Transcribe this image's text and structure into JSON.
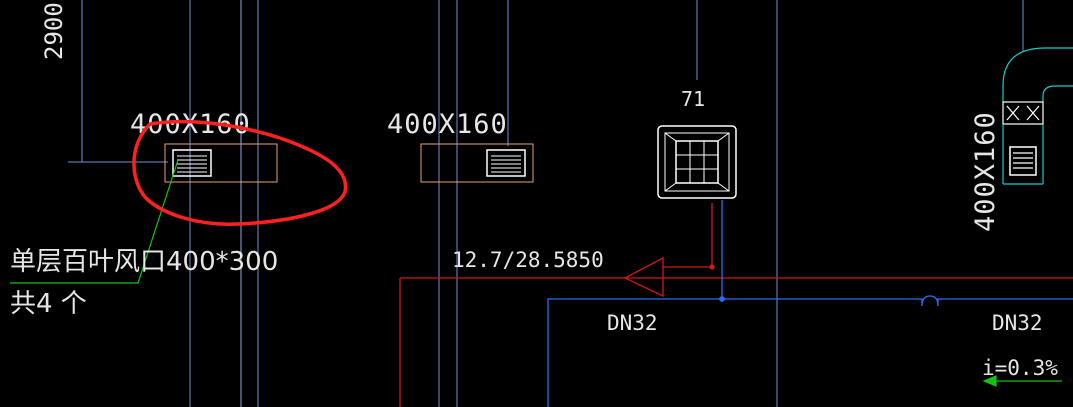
{
  "dimension_label": "2900",
  "duct_labels": {
    "left": "400X160",
    "middle": "400X160",
    "right_vertical": "400X160"
  },
  "diffuser_number": "71",
  "annotation": {
    "line1": "单层百叶风口400*300",
    "line2": "共4 个"
  },
  "pipe_spec": "12.7/28.5850",
  "pipe_labels": {
    "left": "DN32",
    "right": "DN32"
  },
  "slope_label": "i=0.3%",
  "colors": {
    "background": "#000000",
    "duct_line": "#6f8fd6",
    "grille_outline": "#e7a27a",
    "pipe_red": "#d01818",
    "pipe_blue": "#2c6bf0",
    "leader_green": "#17c017",
    "markup_red": "#ff2020",
    "cyan": "#19c9c9",
    "text": "#e6e6e6"
  }
}
